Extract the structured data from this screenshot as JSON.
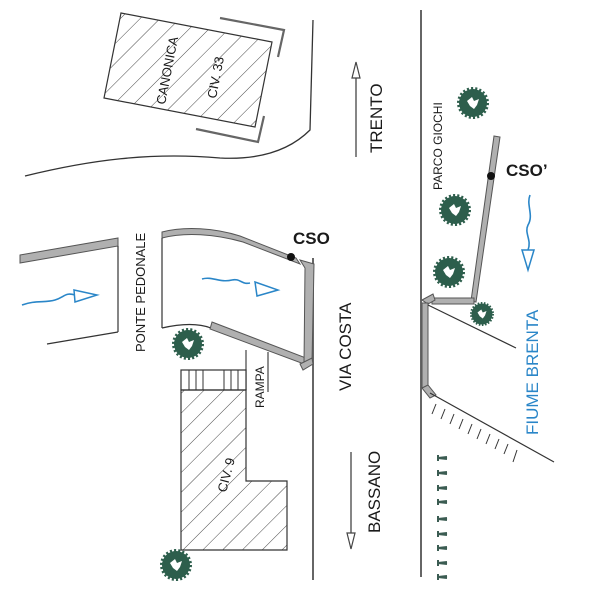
{
  "map": {
    "labels": {
      "canonica": "CANONICA",
      "civ33": "CIV. 33",
      "trento": "TRENTO",
      "parco_giochi": "PARCO GIOCHI",
      "cso": "CSO",
      "cso_prime": "CSO’",
      "ponte_pedonale": "PONTE PEDONALE",
      "via_costa": "VIA COSTA",
      "fiume_brenta": "FIUME BRENTA",
      "rampa": "RAMPA",
      "civ9": "CIV. 9",
      "bassano": "BASSANO"
    },
    "icons": {
      "tree": "tree-icon",
      "flow_arrow": "water-flow-arrow-icon",
      "direction_arrow": "direction-arrow-icon",
      "outfall_point": "outfall-point-icon",
      "grass": "grass-tuft-icon"
    },
    "colors": {
      "water": "#2a86c8",
      "tree": "#2d5e4c",
      "wall_fill": "#b0b0b0",
      "wall_stroke": "#555555",
      "line": "#333333",
      "hatch": "#333333"
    }
  }
}
